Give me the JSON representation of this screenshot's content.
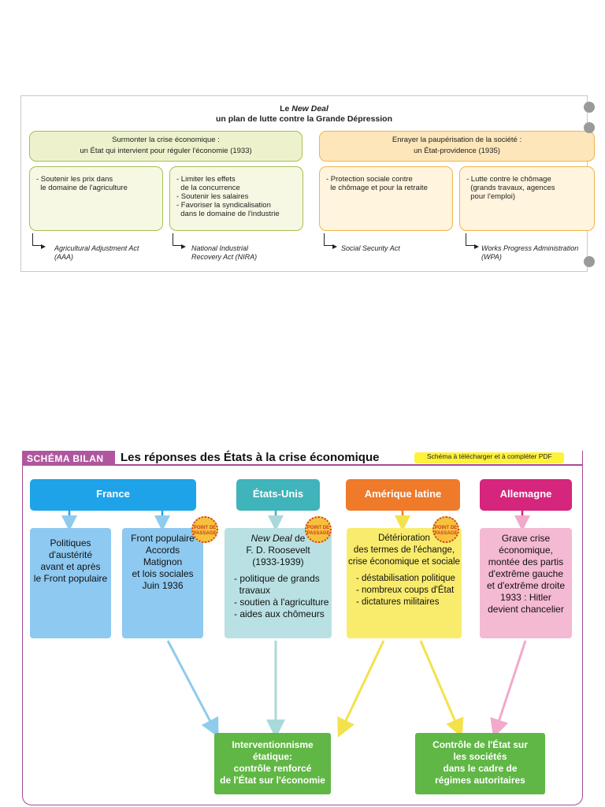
{
  "newdeal": {
    "title_prefix": "Le ",
    "title_em": "New Deal",
    "title_line2": "un plan de lutte contre la Grande Dépression",
    "objectives": [
      {
        "line1": "Surmonter la crise économique :",
        "line2": "un État qui intervient pour réguler l'économie (1933)"
      },
      {
        "line1": "Enrayer la paupérisation de la société :",
        "line2": "un État-providence (1935)"
      }
    ],
    "measures": [
      {
        "lines": [
          "- Soutenir les prix dans",
          "  le domaine de l'agriculture"
        ]
      },
      {
        "lines": [
          "- Limiter les effets",
          "  de la concurrence",
          "- Soutenir les salaires",
          "- Favoriser la syndicalisation",
          "  dans le domaine de l'industrie"
        ]
      },
      {
        "lines": [
          "- Protection sociale contre",
          "  le chômage et pour la retraite"
        ]
      },
      {
        "lines": [
          "- Lutte contre le chômage",
          "  (grands travaux, agences",
          "  pour l'emploi)"
        ]
      }
    ],
    "laws": [
      "Agricultural Adjustment Act\n(AAA)",
      "National Industrial\nRecovery Act (NIRA)",
      "Social Security Act",
      "Works Progress Administration\n(WPA)"
    ]
  },
  "bilan": {
    "tag": "SCHÉMA BILAN",
    "title": "Les réponses des États à la crise économique",
    "download_note": "Schéma à télécharger et à compléter PDF",
    "stamp_text": "POINT DE PASSAGE",
    "countries": [
      {
        "name": "France",
        "color": "#1ea3e8"
      },
      {
        "name": "États-Unis",
        "color": "#3fb4ba"
      },
      {
        "name": "Amérique latine",
        "color": "#ee7a2a"
      },
      {
        "name": "Allemagne",
        "color": "#d6257c"
      }
    ],
    "cards": [
      {
        "lines": [
          "Politiques",
          "d'austérité",
          "avant et après",
          "le Front populaire"
        ]
      },
      {
        "lines": [
          "Front populaire",
          "Accords",
          "Matignon",
          "et lois sociales",
          "Juin 1936"
        ]
      },
      {
        "em": "New Deal",
        "em_suffix": " de",
        "lines": [
          "F. D. Roosevelt",
          "(1933-1939)"
        ],
        "bullets": [
          "politique de grands\n  travaux",
          "soutien à l'agriculture",
          "aides aux chômeurs"
        ]
      },
      {
        "lines": [
          "Détérioration",
          "des termes de l'échange,",
          "crise économique et sociale"
        ],
        "bullets": [
          "déstabilisation politique",
          "nombreux coups d'État",
          "dictatures militaires"
        ]
      },
      {
        "lines": [
          "Grave crise",
          "économique,",
          "montée des partis",
          "d'extrême gauche",
          "et d'extrême droite",
          "1933 : Hitler",
          "devient chancelier"
        ]
      }
    ],
    "outcomes": [
      {
        "lines": [
          "Interventionnisme",
          "étatique:",
          "contrôle renforcé",
          "de l'État sur l'économie"
        ]
      },
      {
        "lines": [
          "Contrôle de l'État sur",
          "les sociétés",
          "dans le cadre de",
          "régimes autoritaires"
        ]
      }
    ]
  }
}
